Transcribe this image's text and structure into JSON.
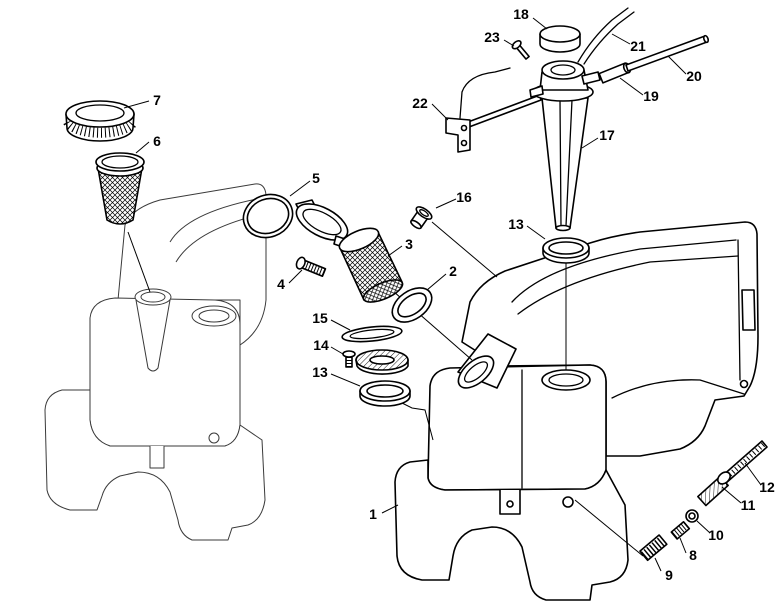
{
  "callouts": [
    "18",
    "23",
    "21",
    "20",
    "19",
    "22",
    "17",
    "7",
    "6",
    "5",
    "16",
    "13",
    "3",
    "4",
    "2",
    "15",
    "14",
    "13",
    "1",
    "12",
    "11",
    "10",
    "8",
    "9"
  ]
}
